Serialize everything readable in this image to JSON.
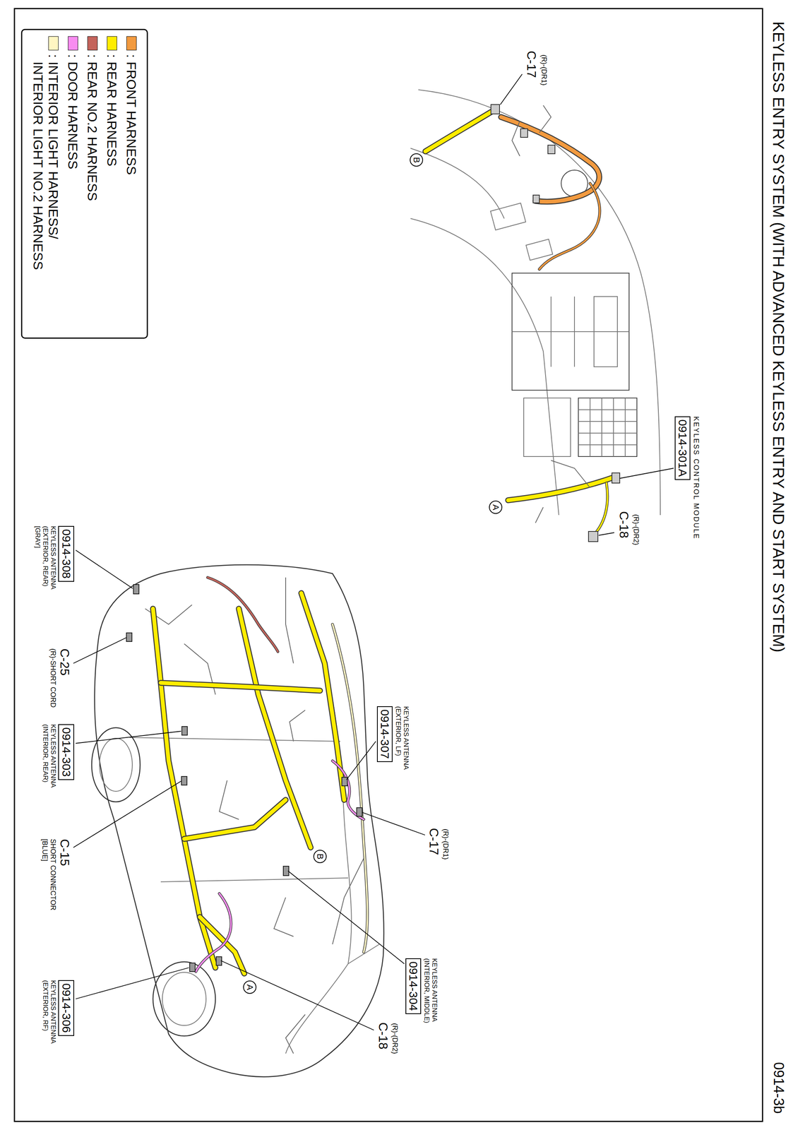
{
  "diagram": {
    "title": "KEYLESS ENTRY SYSTEM (WITH ADVANCED KEYLESS ENTRY AND START SYSTEM)",
    "nodes": [
      {
        "text": [
          "0914-301A",
          "KEYLESS CONTROL MODULE"
        ]
      },
      {
        "text": [
          "0914-307",
          "KEYLESS ANTENNA (EXTERIOR, LF)"
        ]
      },
      {
        "text": [
          "0914-304",
          "KEYLESS ANTENNA (INTERIOR, MIDDLE)"
        ]
      },
      {
        "text": [
          "0914-308",
          "KEYLESS ANTENNA (EXTERIOR, REAR) [GRAY]"
        ]
      },
      {
        "text": [
          "0914-303",
          "KEYLESS ANTENNA (INTERIOR, REAR)"
        ]
      },
      {
        "text": [
          "0914-306",
          "KEYLESS ANTENNA (EXTERIOR, RF)"
        ]
      }
    ],
    "labels": [
      "(R)-(DR1)",
      "C-17",
      "B",
      "(R)-(DR2)",
      "C-18",
      "A",
      "(R)-(DR1)",
      "C-17",
      "B",
      "C-25",
      "(R)-SHORT CORD",
      "C-15",
      "SHORT CONNECTOR [BLUE]",
      "(R)-(DR2)",
      "C-18",
      "A",
      "0914-3b"
    ],
    "legend": [
      {
        "text": ": FRONT HARNESS",
        "color": "#F29A3F"
      },
      {
        "text": ": REAR HARNESS",
        "color": "#FFED00"
      },
      {
        "text": ": REAR NO.2 HARNESS",
        "color": "#C4645C"
      },
      {
        "text": ": DOOR HARNESS",
        "color": "#F78CF0"
      },
      {
        "text": ": INTERIOR LIGHT HARNESS/ INTERIOR LIGHT NO.2 HARNESS",
        "color": "#FFF6C2"
      }
    ]
  }
}
